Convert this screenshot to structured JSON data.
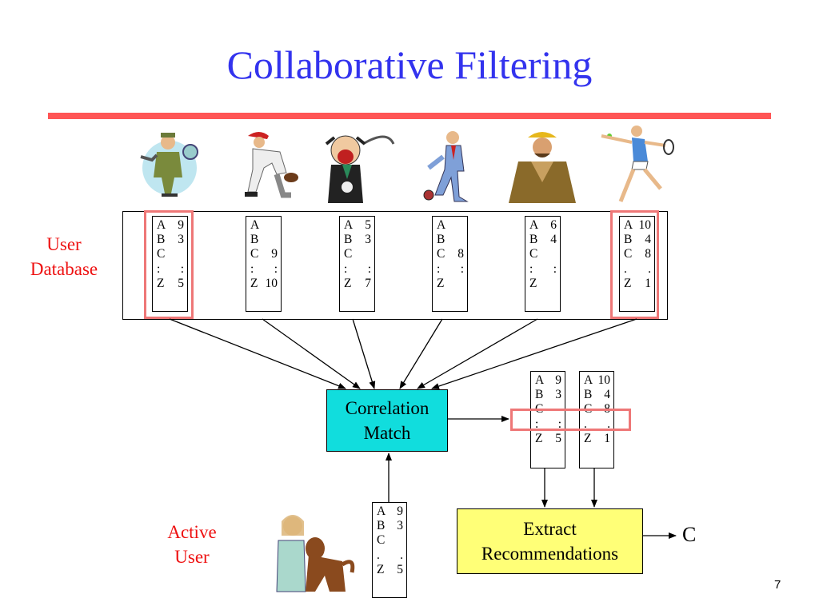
{
  "slide": {
    "title": "Collaborative Filtering",
    "page_number": "7"
  },
  "user_database": {
    "label_line1": "User",
    "label_line2": "Database",
    "users": [
      {
        "clipart": "mechanic-with-wrench-icon",
        "rows": [
          [
            "A",
            "9"
          ],
          [
            "B",
            "3"
          ],
          [
            "C",
            ""
          ],
          [
            ":",
            ":"
          ],
          [
            "Z",
            "5"
          ]
        ]
      },
      {
        "clipart": "baseball-player-icon",
        "rows": [
          [
            "A",
            ""
          ],
          [
            "B",
            ""
          ],
          [
            "C",
            "9"
          ],
          [
            ":",
            ":"
          ],
          [
            "Z",
            "10"
          ]
        ]
      },
      {
        "clipart": "laughing-man-cartoon-icon",
        "rows": [
          [
            "A",
            "5"
          ],
          [
            "B",
            "3"
          ],
          [
            "C",
            ""
          ],
          [
            ":",
            ":"
          ],
          [
            "Z",
            "7"
          ]
        ]
      },
      {
        "clipart": "businessman-with-ball-icon",
        "rows": [
          [
            "A",
            ""
          ],
          [
            "B",
            ""
          ],
          [
            "C",
            "8"
          ],
          [
            ":",
            ":"
          ],
          [
            "Z",
            ""
          ]
        ]
      },
      {
        "clipart": "miner-worker-icon",
        "rows": [
          [
            "A",
            "6"
          ],
          [
            "B",
            "4"
          ],
          [
            "C",
            ""
          ],
          [
            ":",
            ":"
          ],
          [
            "Z",
            ""
          ]
        ]
      },
      {
        "clipart": "tennis-player-icon",
        "rows": [
          [
            "A",
            "10"
          ],
          [
            "B",
            "4"
          ],
          [
            "C",
            "8"
          ],
          [
            ".",
            "."
          ],
          [
            "Z",
            "1"
          ]
        ]
      }
    ]
  },
  "correlation": {
    "line1": "Correlation",
    "line2": "Match"
  },
  "matched_pair": [
    {
      "rows": [
        [
          "A",
          "9"
        ],
        [
          "B",
          "3"
        ],
        [
          "C",
          ""
        ],
        [
          ":",
          ":"
        ],
        [
          "Z",
          "5"
        ]
      ]
    },
    {
      "rows": [
        [
          "A",
          "10"
        ],
        [
          "B",
          "4"
        ],
        [
          "C",
          "8"
        ],
        [
          ".",
          "."
        ],
        [
          "Z",
          "1"
        ]
      ]
    }
  ],
  "extract": {
    "line1": "Extract",
    "line2": "Recommendations"
  },
  "result": "C",
  "active_user": {
    "label_line1": "Active",
    "label_line2": "User",
    "clipart": "girl-hugging-dog-icon",
    "rows": [
      [
        "A",
        "9"
      ],
      [
        "B",
        "3"
      ],
      [
        "C",
        ""
      ],
      [
        ".",
        "."
      ],
      [
        "Z",
        "5"
      ]
    ]
  },
  "colors": {
    "title": "#3333ee",
    "rule": "#ff5555",
    "highlight": "#ee7777",
    "correlation_fill": "#11dddd",
    "extract_fill": "#ffff77",
    "label": "#ee1111"
  }
}
